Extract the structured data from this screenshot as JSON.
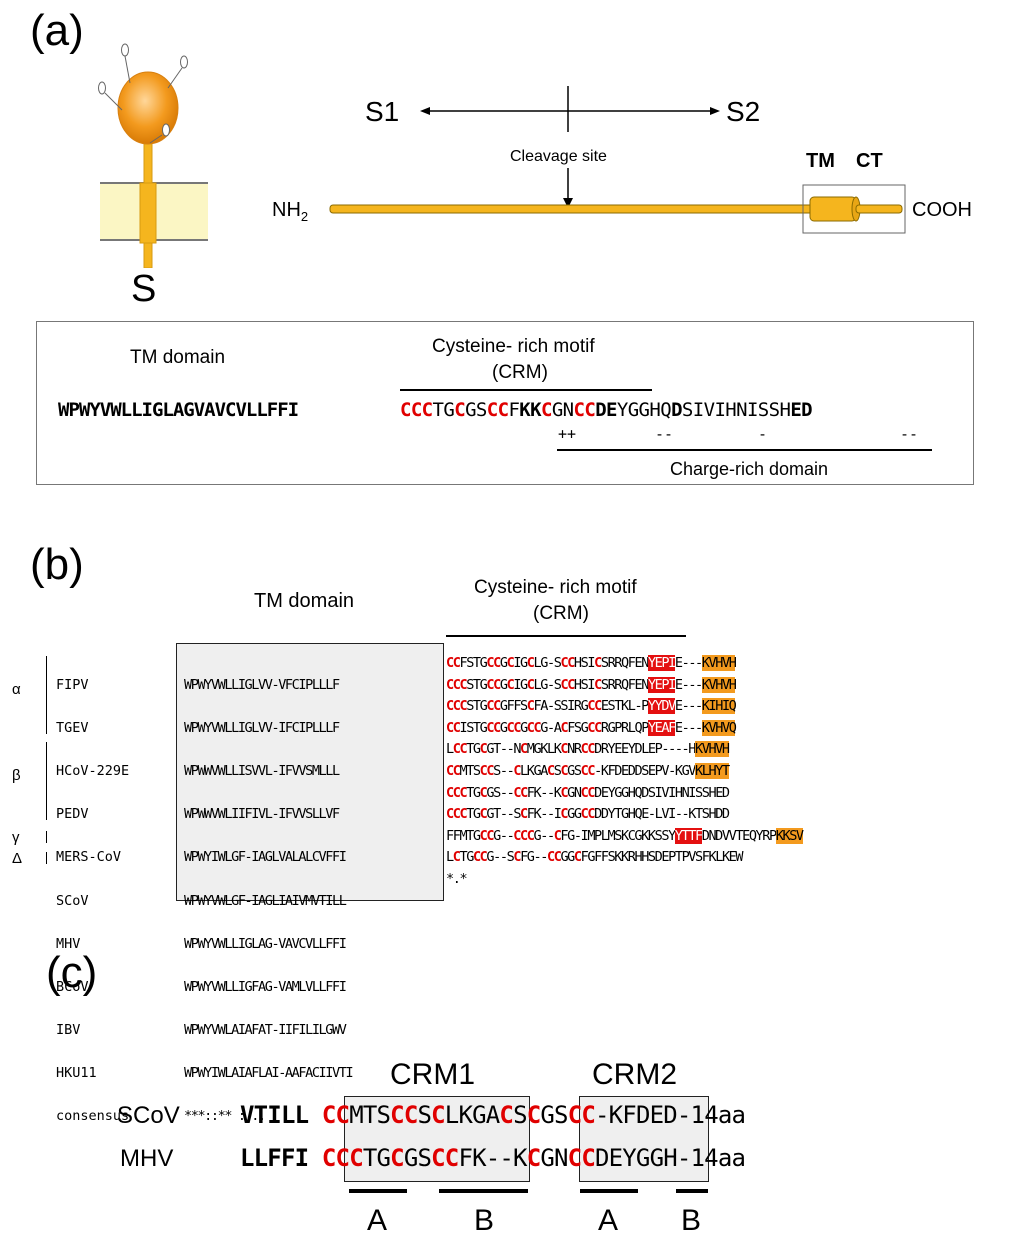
{
  "panel_a": {
    "label": "(a)",
    "protein_label": "S",
    "s1": "S1",
    "s2": "S2",
    "cleavage": "Cleavage site",
    "nh2": "NH",
    "nh2_sub": "2",
    "cooh": "COOH",
    "tm": "TM",
    "ct": "CT",
    "tm_domain_title": "TM domain",
    "crm_title": "Cysteine- rich motif",
    "crm_abbrev": "(CRM)",
    "charge_title": "Charge-rich domain",
    "charges": {
      "plus": "++",
      "minus1": "--",
      "minus2": "-",
      "minus3": "--"
    }
  },
  "panel_b": {
    "label": "(b)",
    "tm_domain_title": "TM domain",
    "crm_title": "Cysteine- rich motif",
    "crm_abbrev": "(CRM)",
    "groups": {
      "alpha": "α",
      "beta": "β",
      "gamma": "γ",
      "delta": "Δ"
    },
    "names": [
      "FIPV",
      "TGEV",
      "HCoV-229E",
      "PEDV",
      "MERS-CoV",
      "SCoV",
      "MHV",
      "BCoV",
      "IBV",
      "HKU11",
      "consensus"
    ],
    "tm": [
      "WPWYVWLLIGLVV-VFCIPLLLF",
      "WPWYVWLLIGLVV-IFCIPLLLF",
      "WPWWVWLLISVVL-IFVVSMLLL",
      "WPWWVWLIIFIVL-IFVVSLLVF",
      "WPWYIWLGF-IAGLVALALCVFFI",
      "WPWYVWLGF-IAGLIAIVMVTILL",
      "WPWYVWLLIGLAG-VAVCVLLFFI",
      "WPWYVWLLIGFAG-VAMLVLLFFI",
      "WPWYVWLAIAFAT-IIFILILGWV",
      "WPWYIWLAIAFLAI-AAFACIIVTI",
      "***::** : .."
    ],
    "rest_plain": [
      "CCFSTGCCGCIGCLG-SCCHSICSRRQFENYEPIE---KVHVH",
      "CCCSTGCCGCIGCLG-SCCHSICSRRQFENYEPIE---KVHVH",
      "CCCSTGCCGFFSCFA-SSIRGCCESTKL-PYYDVE---KIHIQ",
      "CCISTGCCGCCGCCG-ACFSGCCRGPRLQPYEAFE---KVHVQ",
      "LCCTGCGT--NCMGKLKCNRCCDRYEEYDLEP----HKVHVH",
      "CCMTSCCS--CLKGACSCGSCC-KFDEDDSEPV-KGVKLHYT",
      "CCCTGCGS--CCFK--KCGNCCDEYGGHQDSIVIHNISSHED",
      "CCCTGCGT--SCFK--ICGGCCDDYTGHQE-LVI--KTSHDD",
      "FFMTGCCG--CCCG--CFG-IMPLMSKCGKKSSYYTTFDNDVVTEQYRPKKSV",
      "LCTGCCG--SCFG--CCGGCFGFFSKKRHHSDEPTPVSFKLKEW",
      "*.*"
    ]
  },
  "panel_c": {
    "label": "(c)",
    "crm1": "CRM1",
    "crm2": "CRM2",
    "names": [
      "SCoV",
      "MHV"
    ],
    "motif_a1": "A",
    "motif_b1": "B",
    "motif_a2": "A",
    "motif_b2": "B"
  }
}
